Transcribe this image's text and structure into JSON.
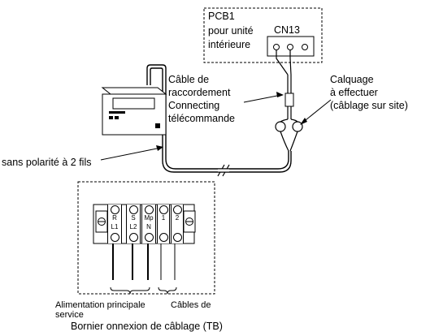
{
  "pcb": {
    "title_line1": "PCB1",
    "title_line2": "pour unité",
    "title_line3": "intérieure",
    "connector": "CN13"
  },
  "cable_label": {
    "line1": "Câble de",
    "line2": "raccordement",
    "line3": "Connecting",
    "line4": "télécommande"
  },
  "field_label": {
    "line1": "Calquage",
    "line2": "à effectuer",
    "line3": "(câblage sur site)"
  },
  "wire_note": "sans polarité à 2 fils",
  "terminal_block": {
    "terminals": [
      {
        "top": "R",
        "bottom": "L1"
      },
      {
        "top": "S",
        "bottom": "L2"
      },
      {
        "top": "Mp",
        "bottom": "N"
      },
      {
        "top": "1",
        "bottom": ""
      },
      {
        "top": "2",
        "bottom": ""
      }
    ],
    "power_label": "Alimentation principale",
    "service_label_line1": "Câbles de",
    "service_label_line2": "service",
    "caption": "Bornier onnexion de câblage (TB)"
  }
}
